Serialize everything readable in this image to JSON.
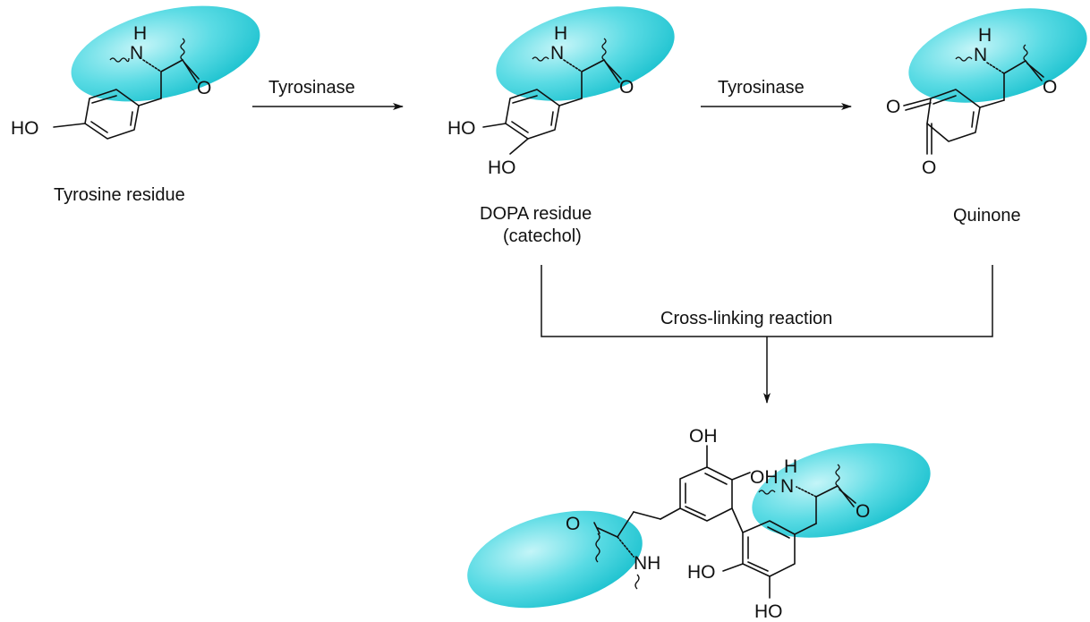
{
  "scheme": {
    "arrow_1_label": "Tyrosinase",
    "arrow_2_label": "Tyrosinase",
    "crosslink_label": "Cross-linking reaction"
  },
  "compounds": {
    "tyrosine": {
      "name": "Tyrosine residue"
    },
    "dopa": {
      "name_line1": "DOPA residue",
      "name_line2": "(catechol)"
    },
    "quinone": {
      "name": "Quinone"
    }
  },
  "atoms": {
    "hydroxyl": "HO",
    "hydroxyl_right": "OH",
    "oxygen": "O",
    "nitrogen": "N",
    "hydrogen": "H",
    "amine": "NH"
  },
  "colors": {
    "backbone_ellipse": "#35d1dd",
    "backbone_ellipse_light": "#b9f3f6",
    "line": "#111111"
  }
}
